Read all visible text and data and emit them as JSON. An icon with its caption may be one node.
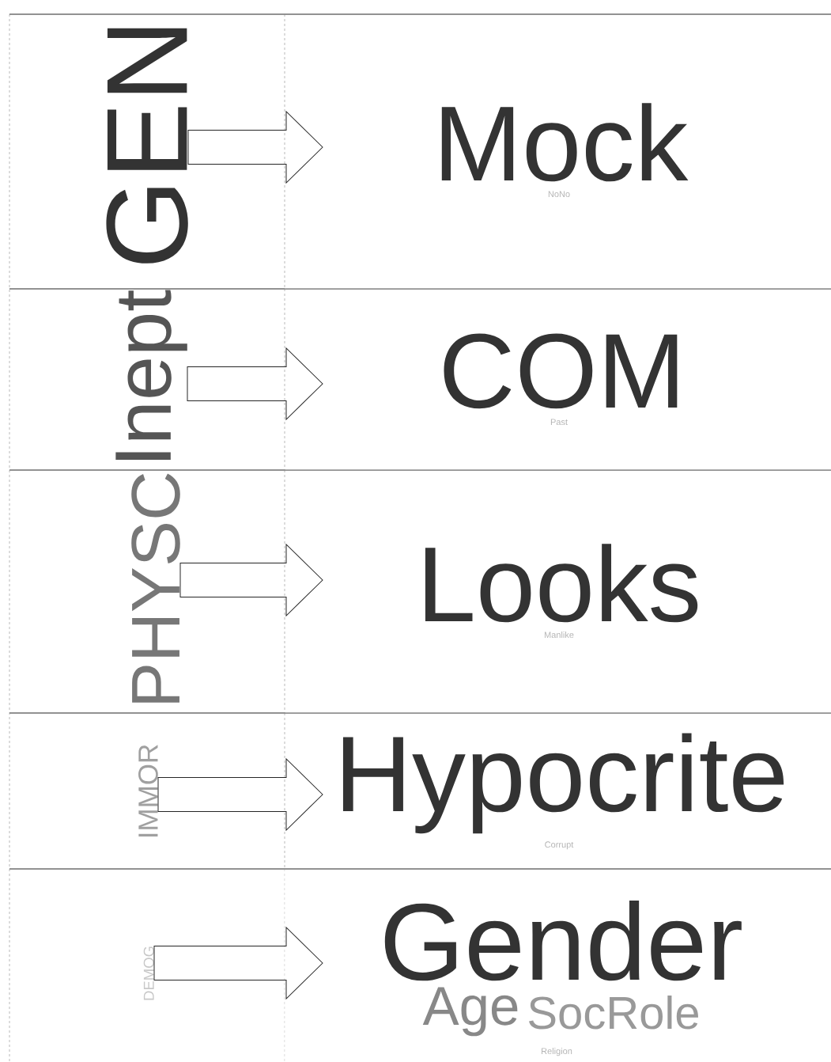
{
  "diagram": {
    "nodes": [
      {
        "text": [
          "GEN"
        ]
      },
      {
        "text": [
          "Inept"
        ]
      },
      {
        "text": [
          "PHYSC"
        ]
      },
      {
        "text": [
          "IMMOR"
        ]
      },
      {
        "text": [
          "DEMOG"
        ]
      },
      {
        "text": [
          "Mock",
          "NoNo"
        ]
      },
      {
        "text": [
          "COM",
          "Past"
        ]
      },
      {
        "text": [
          "Looks",
          "Manlike"
        ]
      },
      {
        "text": [
          "Hypocrite",
          "Corrupt"
        ]
      },
      {
        "text": [
          "Gender",
          "Age",
          "SocRole",
          "Religion"
        ]
      }
    ],
    "edges": [
      {
        "from": 0,
        "to": 5,
        "arrow": "to"
      },
      {
        "from": 1,
        "to": 6,
        "arrow": "to"
      },
      {
        "from": 2,
        "to": 7,
        "arrow": "to"
      },
      {
        "from": 3,
        "to": 8,
        "arrow": "to"
      },
      {
        "from": 4,
        "to": 9,
        "arrow": "to"
      }
    ]
  }
}
